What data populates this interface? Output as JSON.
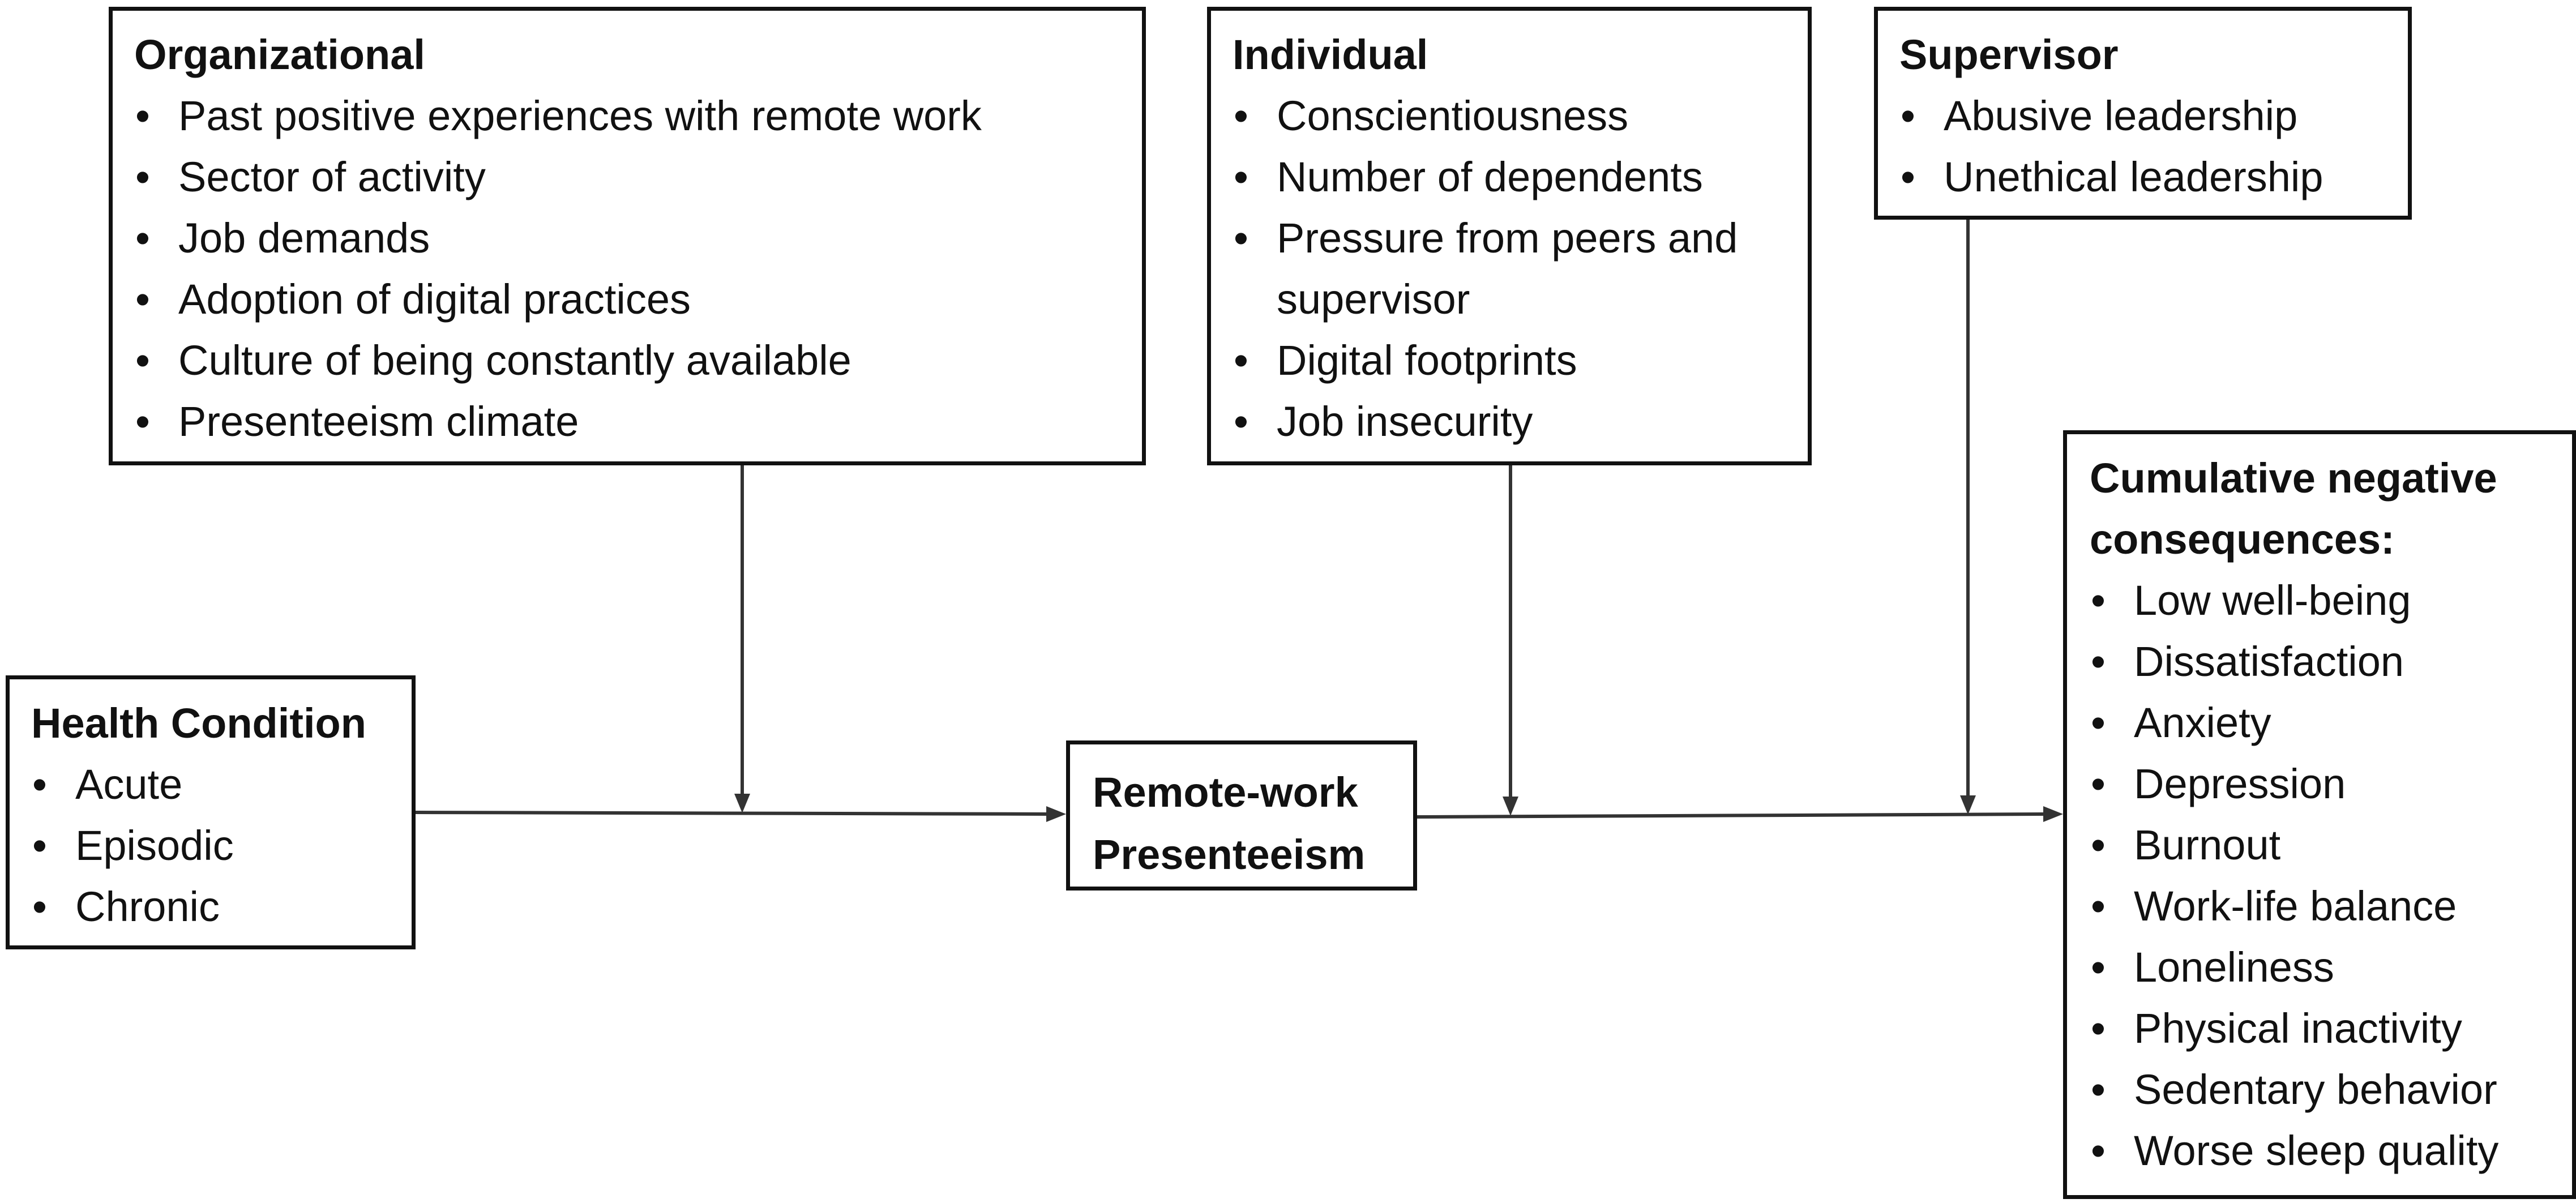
{
  "organizational": {
    "title": "Organizational",
    "items": [
      "Past positive experiences with remote work",
      "Sector of activity",
      "Job demands",
      "Adoption of digital practices",
      "Culture of being constantly available",
      "Presenteeism climate"
    ]
  },
  "individual": {
    "title": "Individual",
    "items": [
      "Conscientiousness",
      "Number of dependents",
      "Pressure from peers and supervisor",
      "Digital footprints",
      "Job insecurity"
    ]
  },
  "supervisor": {
    "title": "Supervisor",
    "items": [
      "Abusive leadership",
      "Unethical leadership"
    ]
  },
  "health": {
    "title": "Health Condition",
    "items": [
      "Acute",
      "Episodic",
      "Chronic"
    ]
  },
  "remote": {
    "title_line1": "Remote-work",
    "title_line2": "Presenteeism"
  },
  "consequences": {
    "title": "Cumulative negative consequences:",
    "items": [
      "Low well-being",
      "Dissatisfaction",
      "Anxiety",
      "Depression",
      "Burnout",
      "Work-life balance",
      "Loneliness",
      "Physical inactivity",
      "Sedentary behavior",
      "Worse sleep quality"
    ]
  },
  "colors": {
    "line": "#333333",
    "border": "#111111",
    "text": "#111111"
  }
}
